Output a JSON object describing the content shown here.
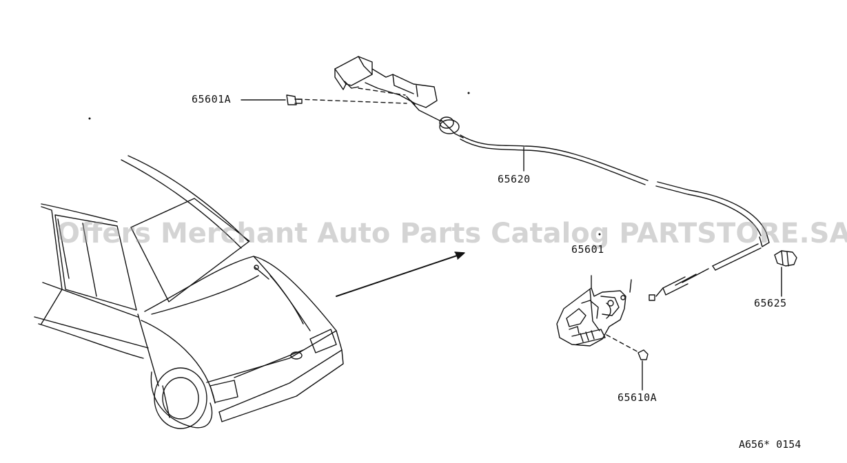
{
  "watermark": "Offers Merchant Auto Parts Catalog PARTSTORE.SA",
  "diagram_code": "A656* 0154",
  "labels": {
    "p65601A": "65601A",
    "p65620": "65620",
    "p65601": "65601",
    "p65625": "65625",
    "p65610A": "65610A"
  }
}
